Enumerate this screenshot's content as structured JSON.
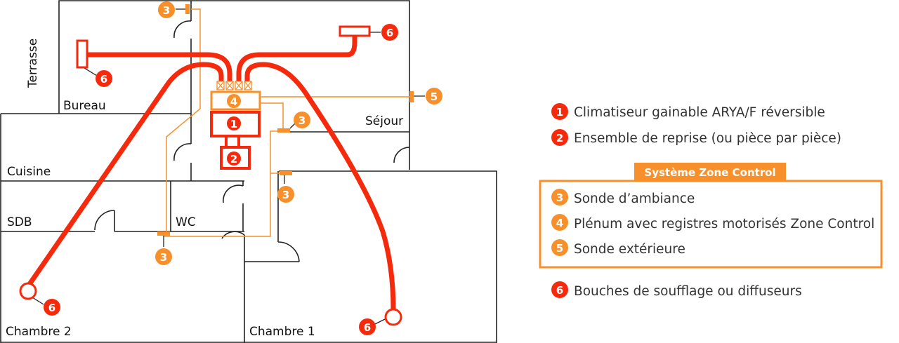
{
  "colors": {
    "duct": "#f52a0c",
    "zone": "#f7902a",
    "wall": "#222222",
    "text": "#333333"
  },
  "rooms": {
    "terrasse": "Terrasse",
    "bureau": "Bureau",
    "sejour": "Séjour",
    "cuisine": "Cuisine",
    "sdb": "SDB",
    "wc": "WC",
    "chambre2": "Chambre 2",
    "chambre1": "Chambre 1"
  },
  "markers": {
    "m1": "1",
    "m2": "2",
    "m3": "3",
    "m4": "4",
    "m5": "5",
    "m6": "6"
  },
  "legend": {
    "item1": "Climatiseur gainable ARYA/F réversible",
    "item2": "Ensemble de reprise (ou pièce par pièce)",
    "zone_title": "Système Zone Control",
    "item3": "Sonde d’ambiance",
    "item4": "Plénum avec registres motorisés Zone Control",
    "item5": "Sonde extérieure",
    "item6": "Bouches de soufflage ou diffuseurs"
  }
}
